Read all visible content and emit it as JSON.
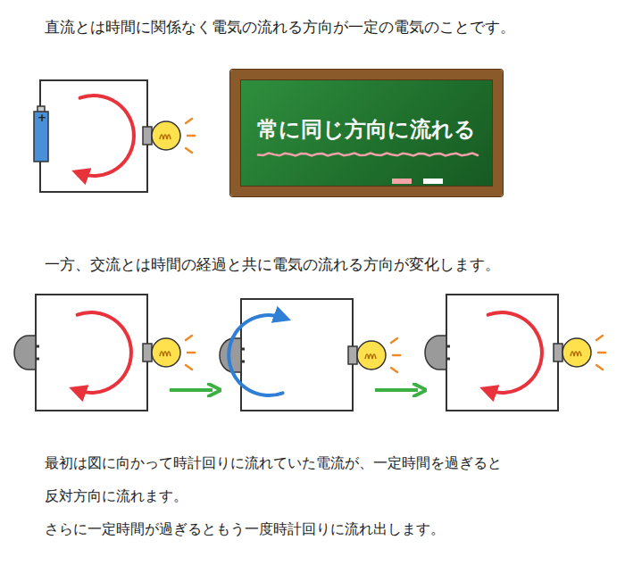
{
  "diagram": {
    "nodes": [
      {
        "text": [
          "常に同じ方向に流れる"
        ]
      }
    ],
    "labels": [
      "直流とは時間に関係なく電気の流れる方向が一定の電気のことです。",
      "+",
      "一方、交流とは時間の経過と共に電気の流れる方向が変化します。",
      "最初は図に向かって時計回りに流れていた電流が、一定時間を過ぎると",
      "反対方向に流れます。",
      "さらに一定時間が過ぎるともう一度時計回りに流れ出します。"
    ]
  }
}
